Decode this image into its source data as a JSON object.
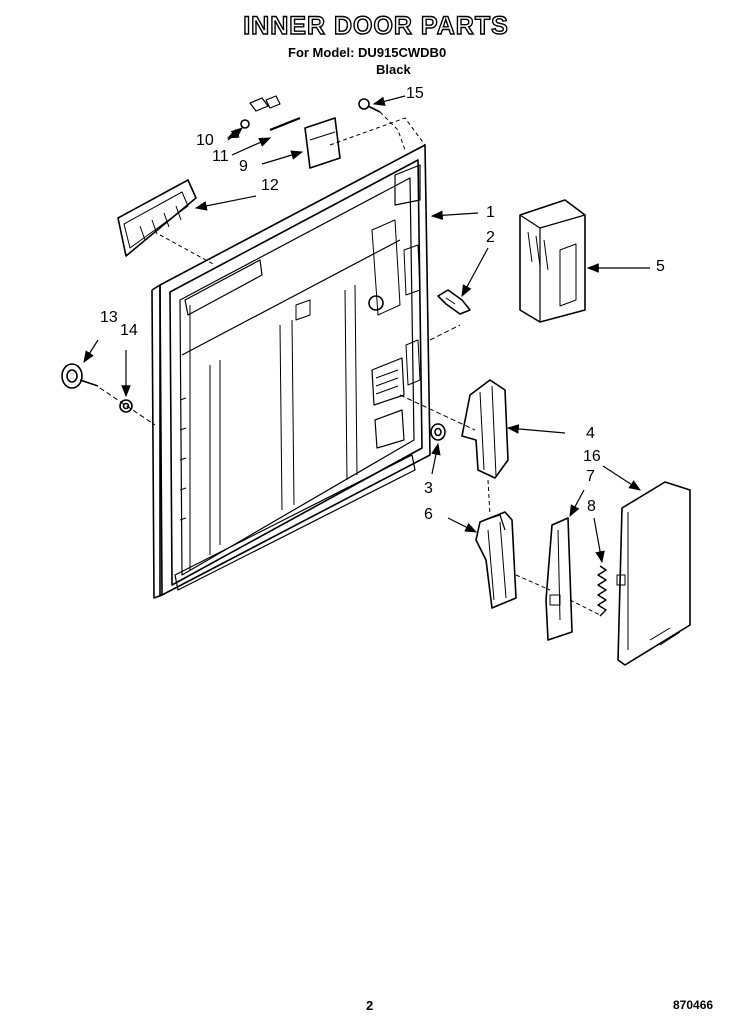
{
  "header": {
    "title": "INNER DOOR PARTS",
    "model_line": "For Model: DU915CWDB0",
    "color_line": "Black"
  },
  "callouts": {
    "c1": "1",
    "c2": "2",
    "c3": "3",
    "c4": "4",
    "c5": "5",
    "c6": "6",
    "c7": "7",
    "c8": "8",
    "c9": "9",
    "c10": "10",
    "c11": "11",
    "c12": "12",
    "c13": "13",
    "c14": "14",
    "c15": "15",
    "c16": "16"
  },
  "footer": {
    "page_number": "2",
    "figure_code": "870466"
  }
}
